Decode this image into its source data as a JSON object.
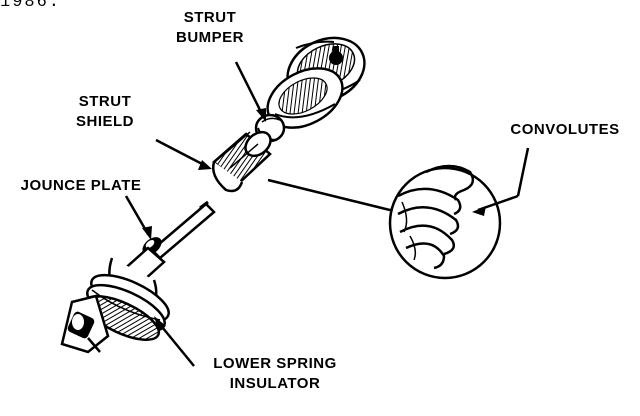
{
  "fragment_text": "1986.",
  "labels": {
    "strut_bumper": [
      "STRUT",
      "BUMPER"
    ],
    "strut_shield": [
      "STRUT",
      "SHIELD"
    ],
    "convolutes": "CONVOLUTES",
    "jounce_plate": "JOUNCE PLATE",
    "lower_spring_insulator": [
      "LOWER SPRING",
      "INSULATOR"
    ]
  },
  "colors": {
    "ink": "#000000",
    "paper": "#ffffff",
    "shade": "#333333"
  }
}
